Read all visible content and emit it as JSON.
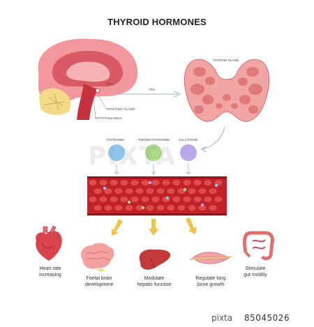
{
  "title": "THYROID HORMONES",
  "labels": {
    "tsh_arrow": "TSH",
    "tsh_small": "TSH",
    "pituitary": "PITUITARY GLAND",
    "hypothalamus": "HYPOTHALAMUS",
    "thyroid_gland": "THYROID GLAND"
  },
  "hormones": [
    {
      "name": "THYROXINE",
      "color": "#8fc6ef"
    },
    {
      "name": "TRIIODOTHYRONINE",
      "color": "#a9db86"
    },
    {
      "name": "CALCITONIN",
      "color": "#b9a9ea"
    }
  ],
  "effects": [
    {
      "label": "Heart rate\nincreasing",
      "icon": "heart-icon"
    },
    {
      "label": "Foetal brain\ndevelopment",
      "icon": "brain-icon"
    },
    {
      "label": "Modulate\nhepatic function",
      "icon": "liver-icon"
    },
    {
      "label": "Regulate long\nbone growth",
      "icon": "muscle-bone-icon"
    },
    {
      "label": "Stimulate\ngut motility",
      "icon": "intestine-icon"
    }
  ],
  "watermark": "PIXTA",
  "footer": {
    "brand": "pixta",
    "id": "85045026"
  },
  "colors": {
    "blood": "#c4222a",
    "cell": "#e04a4a",
    "arrow": "#f2c14a",
    "thyroid": "#f2a5a5"
  }
}
